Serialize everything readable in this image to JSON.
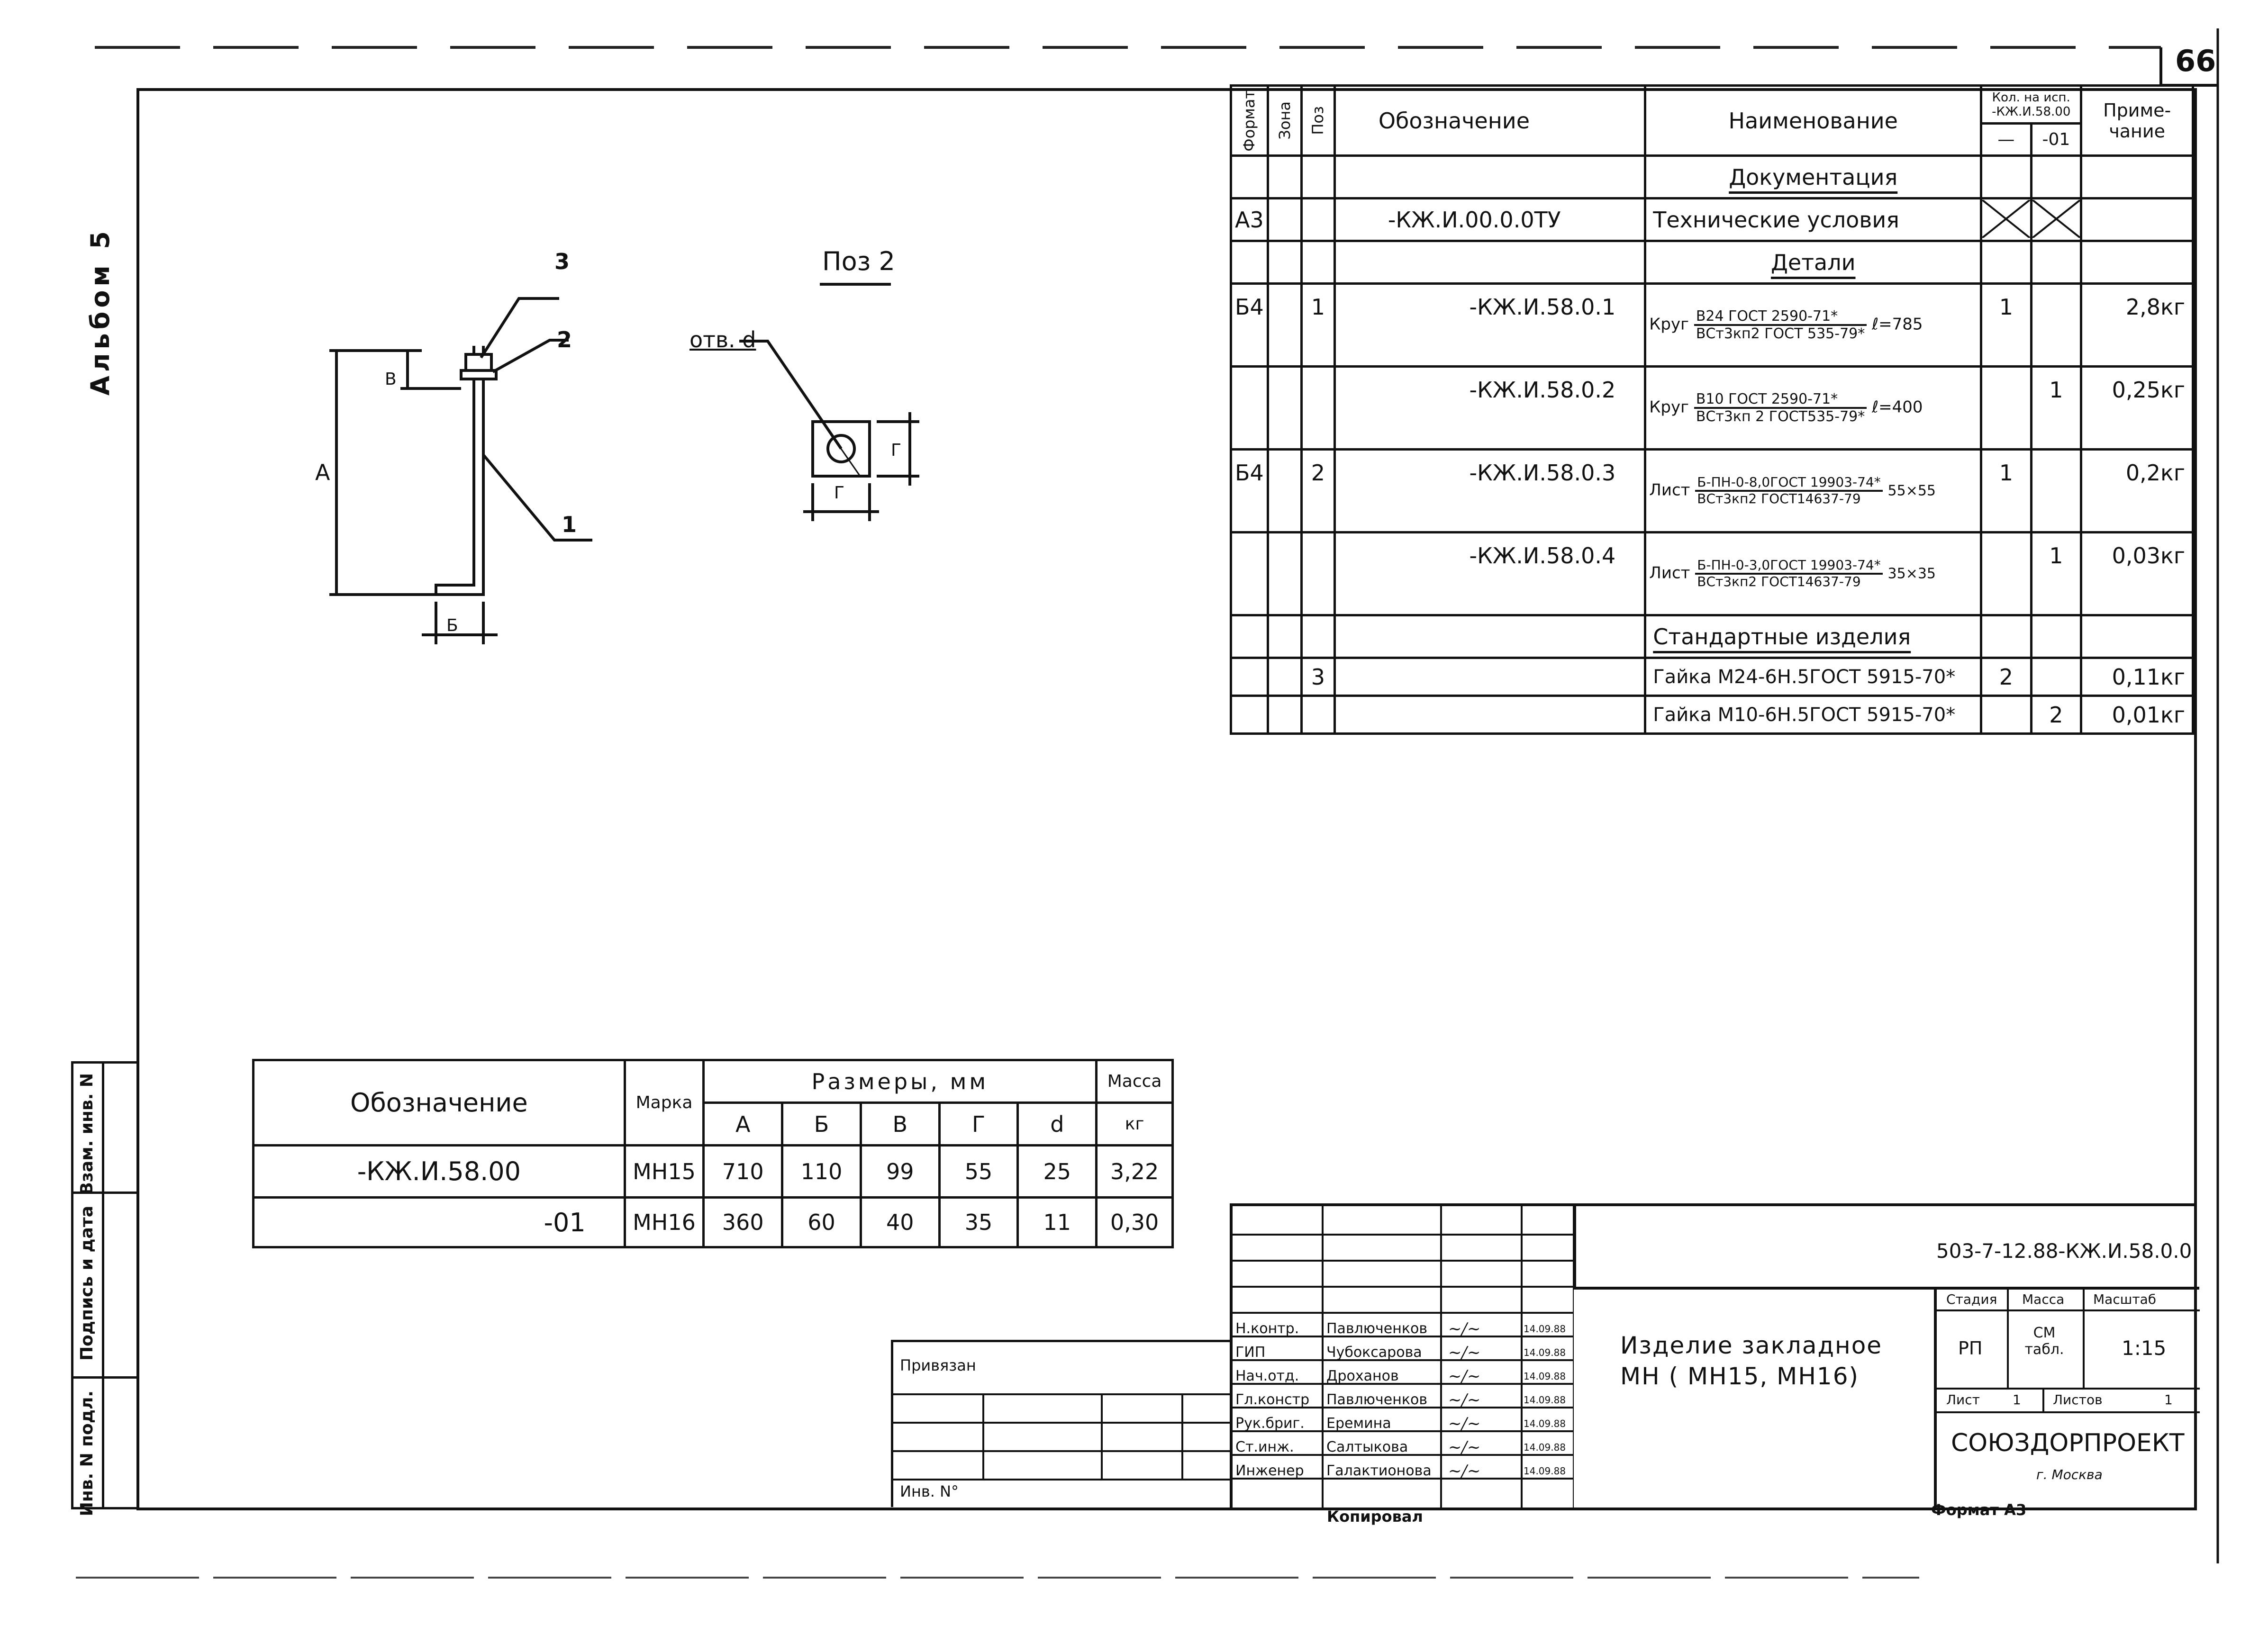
{
  "sheet_number": "66",
  "album_label": "Альбом 5",
  "side_stamp": [
    "Взам. инв. N",
    "Подпись и дата",
    "Инв. N подл."
  ],
  "drawing": {
    "pos2_label": "Поз 2",
    "hole_label": "отв. d",
    "callouts": [
      "3",
      "2",
      "1"
    ],
    "dims_pos1": [
      "А",
      "В",
      "Б"
    ],
    "dims_pos2": [
      "Г",
      "Г"
    ]
  },
  "spec": {
    "headers": {
      "format": "Формат",
      "zone": "Зона",
      "pos": "Поз",
      "designation": "Обозначение",
      "name": "Наименование",
      "qty_title": "Кол. на исп. -КЖ.И.58.00",
      "qty_a": "—",
      "qty_b": "-01",
      "note": "Приме-чание"
    },
    "section_docs": "Документация",
    "section_parts": "Детали",
    "section_std": "Стандартные изделия",
    "doc_row": {
      "format": "А3",
      "designation": "-КЖ.И.00.0.0ТУ",
      "name": "Технические условия"
    },
    "parts": [
      {
        "format": "Б4",
        "pos": "1",
        "designation": "-КЖ.И.58.0.1",
        "name_prefix": "Круг",
        "frac_top": "В24 ГОСТ 2590-71*",
        "frac_bottom": "ВСт3кп2 ГОСТ 535-79*",
        "extra": "ℓ=785",
        "qty_a": "1",
        "qty_b": "",
        "note": "2,8кг"
      },
      {
        "format": "",
        "pos": "",
        "designation": "-КЖ.И.58.0.2",
        "name_prefix": "Круг",
        "frac_top": "В10 ГОСТ 2590-71*",
        "frac_bottom": "ВСт3кп 2 ГОСТ535-79*",
        "extra": "ℓ=400",
        "qty_a": "",
        "qty_b": "1",
        "note": "0,25кг"
      },
      {
        "format": "Б4",
        "pos": "2",
        "designation": "-КЖ.И.58.0.3",
        "name_prefix": "Лист",
        "frac_top": "Б-ПН-0-8,0ГОСТ 19903-74*",
        "frac_bottom": "ВСт3кп2 ГОСТ14637-79",
        "extra": "55×55",
        "qty_a": "1",
        "qty_b": "",
        "note": "0,2кг"
      },
      {
        "format": "",
        "pos": "",
        "designation": "-КЖ.И.58.0.4",
        "name_prefix": "Лист",
        "frac_top": "Б-ПН-0-3,0ГОСТ 19903-74*",
        "frac_bottom": "ВСт3кп2 ГОСТ14637-79",
        "extra": "35×35",
        "qty_a": "",
        "qty_b": "1",
        "note": "0,03кг"
      }
    ],
    "std": [
      {
        "pos": "3",
        "name": "Гайка М24-6Н.5ГОСТ 5915-70*",
        "qty_a": "2",
        "qty_b": "",
        "note": "0,11кг"
      },
      {
        "pos": "",
        "name": "Гайка М10-6Н.5ГОСТ 5915-70*",
        "qty_a": "",
        "qty_b": "2",
        "note": "0,01кг"
      }
    ]
  },
  "dims_table": {
    "h_designation": "Обозначение",
    "h_mark": "Марка",
    "h_sizes": "Размеры, мм",
    "h_mass": "Масса",
    "h_mass_unit": "кг",
    "cols": [
      "А",
      "Б",
      "В",
      "Г",
      "d"
    ],
    "rows": [
      {
        "designation": "-КЖ.И.58.00",
        "mark": "МН15",
        "vals": [
          "710",
          "110",
          "99",
          "55",
          "25"
        ],
        "mass": "3,22"
      },
      {
        "designation": "-01",
        "mark": "МН16",
        "vals": [
          "360",
          "60",
          "40",
          "35",
          "11"
        ],
        "mass": "0,30"
      }
    ]
  },
  "title_block": {
    "code": "503-7-12.88-КЖ.И.58.0.0",
    "title_line1": "Изделие закладное",
    "title_line2": "МН ( МН15, МН16)",
    "stage_h": "Стадия",
    "mass_h": "Масса",
    "scale_h": "Масштаб",
    "stage": "РП",
    "mass": "СМ табл.",
    "scale": "1:15",
    "sheet_h": "Лист",
    "sheet_val": "1",
    "sheets_h": "Листов",
    "sheets_val": "1",
    "org": "СОЮЗДОРПРОЕКТ",
    "city": "г. Москва",
    "format": "Формат А3",
    "copied": "Копировал",
    "privyazan": "Привязан",
    "inv": "Инв. N°",
    "staff": [
      {
        "role": "Н.контр.",
        "name": "Павлюченков",
        "date": "14.09.88"
      },
      {
        "role": "ГИП",
        "name": "Чубоксарова",
        "date": "14.09.88"
      },
      {
        "role": "Нач.отд.",
        "name": "Дроханов",
        "date": "14.09.88"
      },
      {
        "role": "Гл.констр",
        "name": "Павлюченков",
        "date": "14.09.88"
      },
      {
        "role": "Рук.бриг.",
        "name": "Еремина",
        "date": "14.09.88"
      },
      {
        "role": "Ст.инж.",
        "name": "Салтыкова",
        "date": "14.09.88"
      },
      {
        "role": "Инженер",
        "name": "Галактионова",
        "date": "14.09.88"
      }
    ]
  }
}
